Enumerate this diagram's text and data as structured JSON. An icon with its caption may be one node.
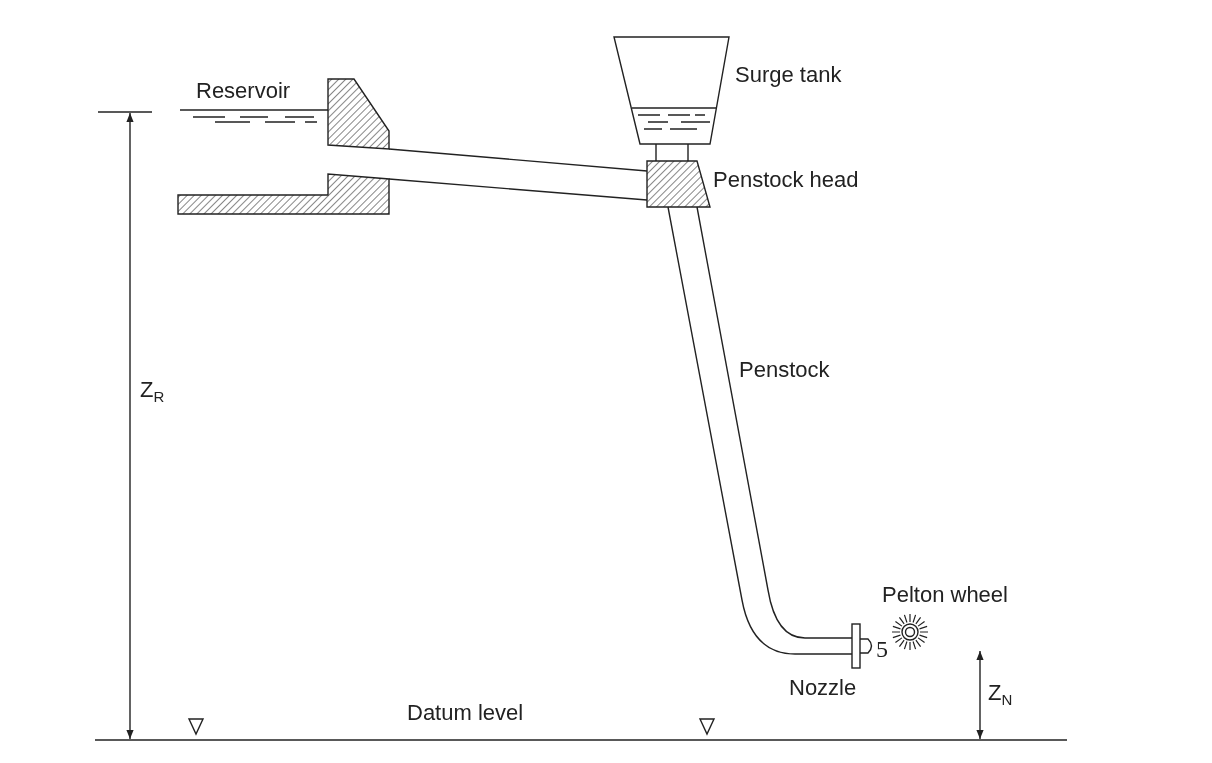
{
  "diagram": {
    "labels": [
      "Surge tank",
      "Reservoir",
      "Penstock head",
      "Penstock",
      "Z$_{R}$",
      "Pelton wheel",
      "5",
      "Nozzle",
      "Z$_{N}$",
      "Datum level"
    ]
  }
}
